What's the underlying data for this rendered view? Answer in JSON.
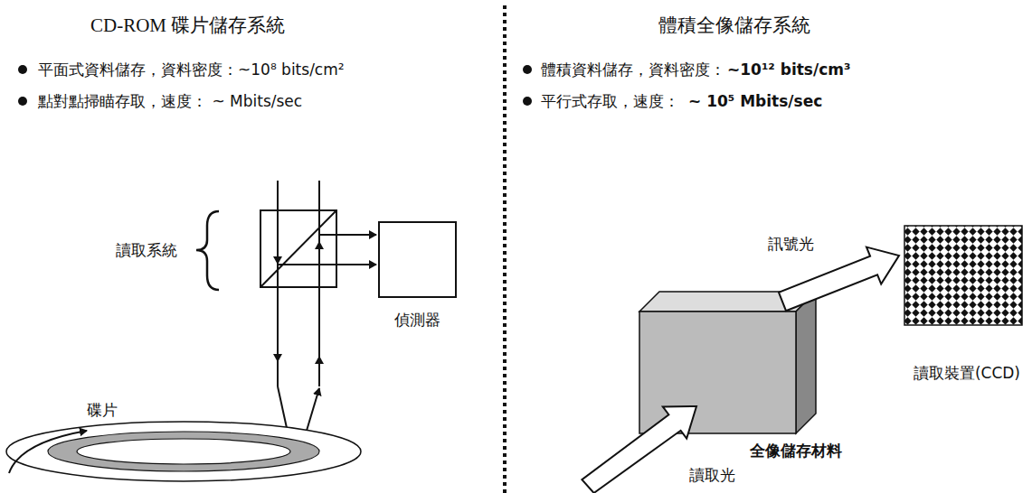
{
  "diagram": {
    "nodes": [
      {
        "text": [
          "偵測器"
        ]
      },
      {
        "text": [
          "全像儲存材料"
        ]
      },
      {
        "text": [
          "讀取裝置(CCD)"
        ]
      }
    ],
    "edges": [
      {
        "from": 1,
        "to": 2,
        "label": "訊號光",
        "arrow": "to"
      }
    ],
    "labels": [
      "CD-ROM 碟片儲存系統",
      "體積全像儲存系統",
      "平面式資料儲存，資料密度：~10⁸ bits/cm²",
      "點對點掃瞄存取，速度： ~ Mbits/sec",
      "體積資料儲存，資料密度：",
      "~10¹² bits/cm³",
      "平行式存取，速度：",
      "~ 10⁵ Mbits/sec",
      "讀取系統",
      "碟片",
      "讀取光"
    ]
  }
}
